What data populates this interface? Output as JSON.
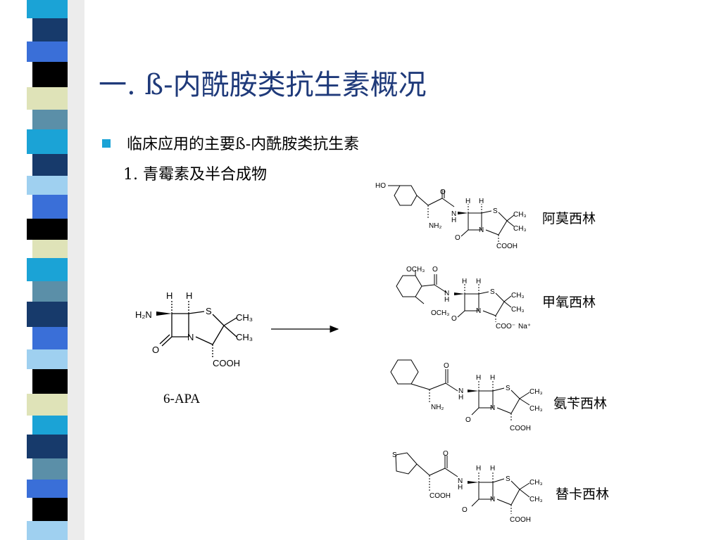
{
  "slide": {
    "title": "一. ß-内酰胺类抗生素概况",
    "bullet": "临床应用的主要ß-内酰胺类抗生素",
    "sub_item": "1. 青霉素及半合成物",
    "core": {
      "name": "6-APA"
    },
    "drugs": [
      {
        "name": "阿莫西林"
      },
      {
        "name": "甲氧西林"
      },
      {
        "name": "氨苄西林"
      },
      {
        "name": "替卡西林"
      }
    ],
    "atoms": {
      "H": "H",
      "S": "S",
      "N": "N",
      "O": "O",
      "CH3": "CH₃",
      "COOH": "COOH",
      "H2N": "H₂N",
      "NH2": "NH₂",
      "HO": "HO",
      "OCH3": "OCH₃",
      "COO": "COO⁻",
      "Na": "Na⁺"
    }
  },
  "colors": {
    "title": "#1f3a7a",
    "bullet": "#1ba3d6",
    "stripe_palette": [
      "#1ba3d6",
      "#173a6b",
      "#3a6fd8",
      "#000000",
      "#dfe3b8",
      "#5b8fa8",
      "#9fd0f0",
      "#ffffff"
    ]
  }
}
